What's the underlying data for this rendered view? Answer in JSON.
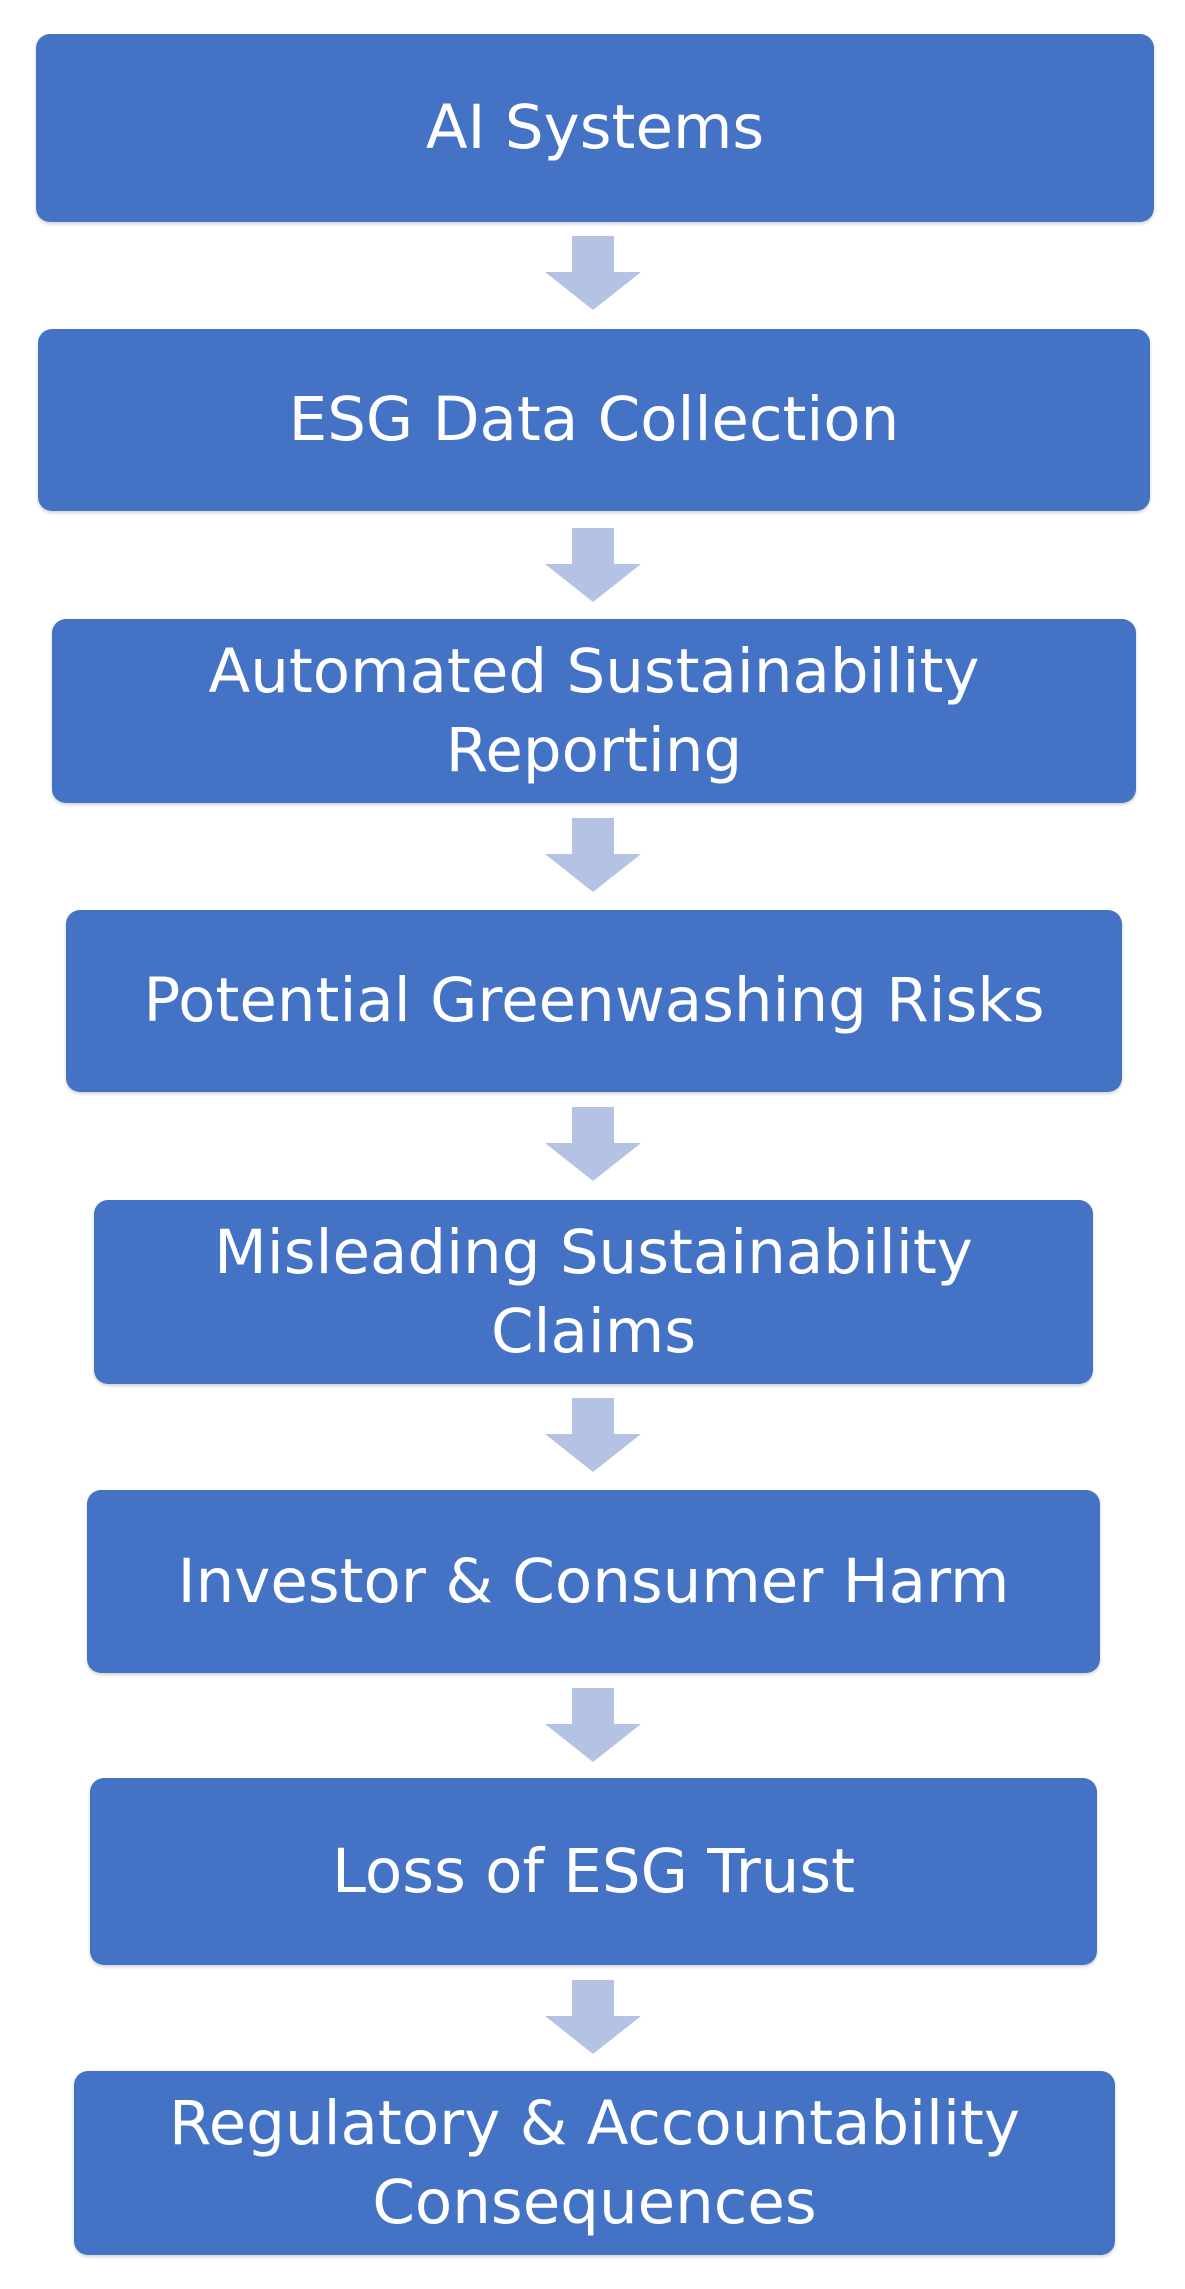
{
  "colors": {
    "box_fill": "#4472C4",
    "box_text": "#FFFFFF",
    "arrow_fill": "#B4C2E4"
  },
  "arrow_icon": "down-arrow-icon",
  "flow": {
    "steps": [
      {
        "label": "AI Systems"
      },
      {
        "label": "ESG Data Collection"
      },
      {
        "label": "Automated Sustainability Reporting"
      },
      {
        "label": "Potential Greenwashing Risks"
      },
      {
        "label": "Misleading Sustainability Claims"
      },
      {
        "label": "Investor & Consumer Harm"
      },
      {
        "label": "Loss of ESG Trust"
      },
      {
        "label": "Regulatory & Accountability Consequences"
      }
    ]
  }
}
